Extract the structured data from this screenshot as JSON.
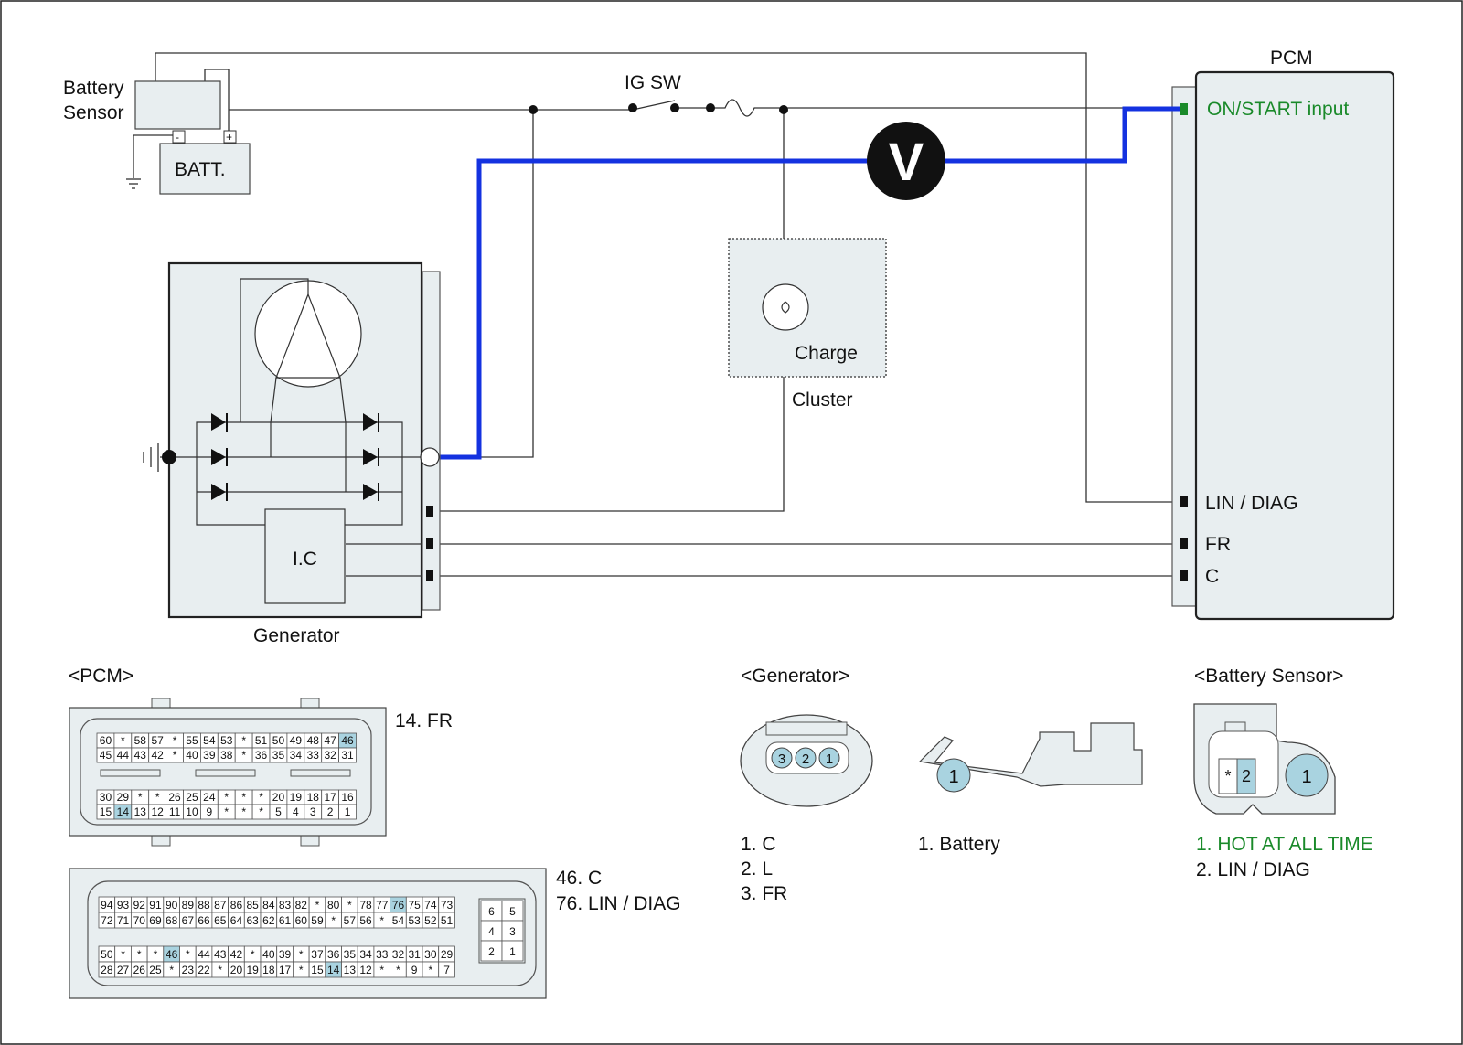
{
  "colors": {
    "probe_wire": "#1432e0",
    "green_text": "#1a8a2a",
    "highlight_cell": "#a9d3e0",
    "box_fill": "#e8eef0"
  },
  "labels": {
    "battery_sensor_1": "Battery",
    "battery_sensor_2": "Sensor",
    "batt": "BATT.",
    "minus": "-",
    "plus": "+",
    "ig_sw": "IG SW",
    "pcm": "PCM",
    "on_start": "ON/START input",
    "voltmeter": "V",
    "charge": "Charge",
    "cluster": "Cluster",
    "ic": "I.C",
    "generator": "Generator",
    "lin_diag": "LIN / DIAG",
    "fr": "FR",
    "c": "C"
  },
  "connectors": {
    "pcm_title": "<PCM>",
    "pcm_a_note": "14. FR",
    "pcm_b_note_1": "46. C",
    "pcm_b_note_2": "76. LIN / DIAG",
    "generator_title": "<Generator>",
    "generator_pins": [
      "1. C",
      "2. L",
      "3. FR"
    ],
    "generator_battery": "1. Battery",
    "battery_sensor_title": "<Battery Sensor>",
    "battery_sensor_pin1": "1. HOT AT ALL TIME",
    "battery_sensor_pin2": "2. LIN / DIAG",
    "gen_connector_pins": [
      "3",
      "2",
      "1"
    ],
    "terminal_pin": "1",
    "bs_pins": [
      "*",
      "2",
      "1"
    ]
  },
  "pcm_a_rows": [
    [
      "60",
      "*",
      "58",
      "57",
      "*",
      "55",
      "54",
      "53",
      "*",
      "51",
      "50",
      "49",
      "48",
      "47",
      "46"
    ],
    [
      "45",
      "44",
      "43",
      "42",
      "*",
      "40",
      "39",
      "38",
      "*",
      "36",
      "35",
      "34",
      "33",
      "32",
      "31"
    ],
    [
      "30",
      "29",
      "*",
      "*",
      "26",
      "25",
      "24",
      "*",
      "*",
      "*",
      "20",
      "19",
      "18",
      "17",
      "16"
    ],
    [
      "15",
      "14",
      "13",
      "12",
      "11",
      "10",
      "9",
      "*",
      "*",
      "*",
      "5",
      "4",
      "3",
      "2",
      "1"
    ]
  ],
  "pcm_b_rows": [
    [
      "94",
      "93",
      "92",
      "91",
      "90",
      "89",
      "88",
      "87",
      "86",
      "85",
      "84",
      "83",
      "82",
      "*",
      "80",
      "*",
      "78",
      "77",
      "76",
      "75",
      "74",
      "73"
    ],
    [
      "72",
      "71",
      "70",
      "69",
      "68",
      "67",
      "66",
      "65",
      "64",
      "63",
      "62",
      "61",
      "60",
      "59",
      "*",
      "57",
      "56",
      "*",
      "54",
      "53",
      "52",
      "51"
    ],
    [
      "50",
      "*",
      "*",
      "*",
      "46",
      "*",
      "44",
      "43",
      "42",
      "*",
      "40",
      "39",
      "*",
      "37",
      "36",
      "35",
      "34",
      "33",
      "32",
      "31",
      "30",
      "29"
    ],
    [
      "28",
      "27",
      "26",
      "25",
      "*",
      "23",
      "22",
      "*",
      "20",
      "19",
      "18",
      "17",
      "*",
      "15",
      "14",
      "13",
      "12",
      "*",
      "*",
      "9",
      "*",
      "7"
    ]
  ],
  "pcm_b_side": [
    [
      "6",
      "5"
    ],
    [
      "4",
      "3"
    ],
    [
      "2",
      "1"
    ]
  ],
  "highlighted_pins": [
    "14",
    "46",
    "76"
  ]
}
